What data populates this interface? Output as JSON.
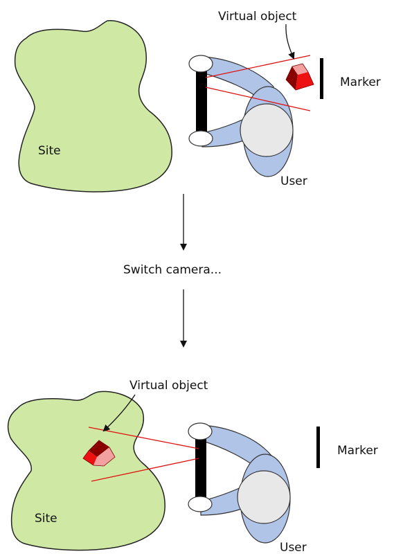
{
  "top_panel": {
    "site_label": "Site",
    "virtual_object_label": "Virtual object",
    "marker_label": "Marker",
    "user_label": "User"
  },
  "transition": {
    "label": "Switch camera..."
  },
  "bottom_panel": {
    "site_label": "Site",
    "virtual_object_label": "Virtual object",
    "marker_label": "Marker",
    "user_label": "User"
  },
  "colors": {
    "site_fill": "#cfe8a4",
    "user_body_fill": "#b0c4e8",
    "head_fill": "#e8e8e8",
    "sight_line": "#e01010",
    "object_red": "#ee1111",
    "object_dark": "#8a0000",
    "object_light": "#f2a0a0",
    "hmd_black": "#000000"
  }
}
